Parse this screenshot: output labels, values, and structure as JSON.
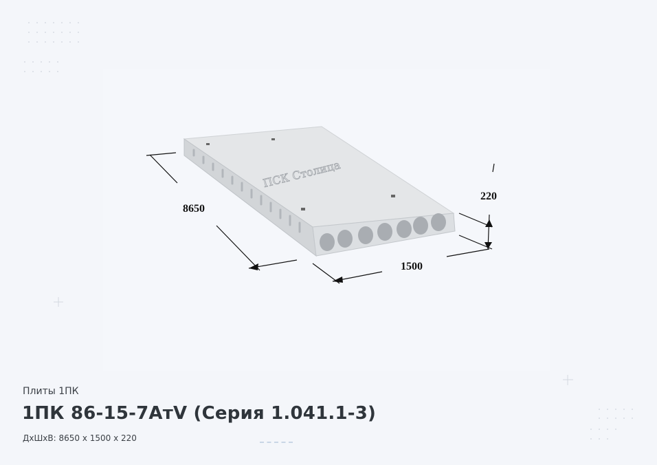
{
  "product": {
    "category": "Плиты 1ПК",
    "title": "1ПК 86-15-7АтV (Серия 1.041.1-3)",
    "dimensions_text": "ДхШхВ: 8650 х  1500 х  220"
  },
  "image": {
    "dim_length": "8650",
    "dim_width": "1500",
    "dim_height": "220",
    "logo_text": "ПСК Столица"
  }
}
